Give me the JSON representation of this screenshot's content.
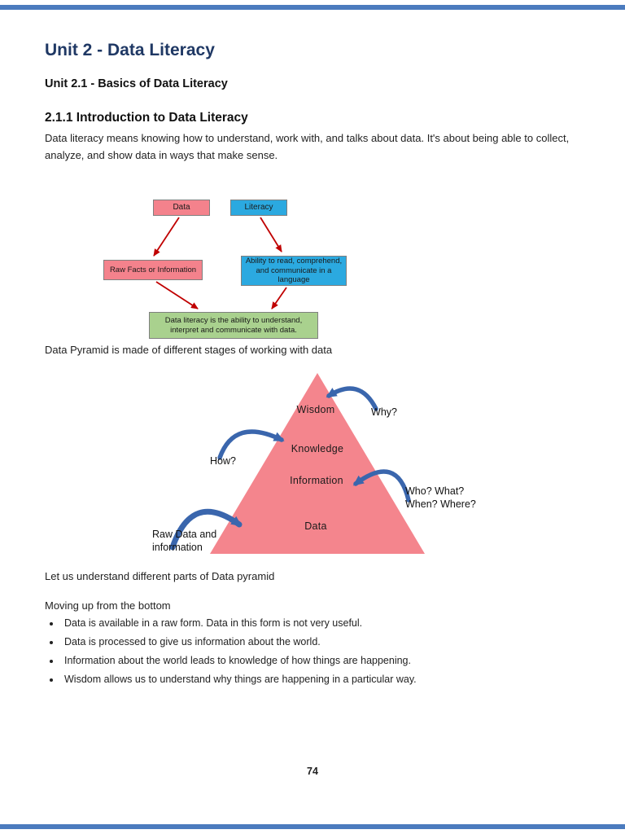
{
  "headings": {
    "title": "Unit 2 - Data Literacy",
    "subtitle": "Unit 2.1 - Basics of Data Literacy",
    "section": "2.1.1 Introduction to Data Literacy"
  },
  "intro_paragraph": "Data literacy means knowing how to understand, work with, and talks about data. It's about being able to collect, analyze, and show data in ways that make sense.",
  "flowchart": {
    "data_box": "Data",
    "literacy_box": "Literacy",
    "raw_facts_box": "Raw Facts or Information",
    "ability_box": "Ability to read, comprehend, and communicate in  a language",
    "result_box": "Data literacy is the ability to understand, interpret and communicate with data.",
    "colors": {
      "pink": "#F4828C",
      "blue": "#2BA9E0",
      "green": "#A9D18E",
      "arrow": "#C00000"
    }
  },
  "pyramid_caption": "Data Pyramid is made of different stages of working with data",
  "pyramid": {
    "levels": [
      "Wisdom",
      "Knowledge",
      "Information",
      "Data"
    ],
    "annotations": {
      "why": "Why?",
      "how": "How?",
      "who": "Who? What?\nWhen? Where?",
      "raw": "Raw Data and\ninformation"
    },
    "colors": {
      "triangle": "#F4858D",
      "arrow": "#3A66AD"
    }
  },
  "body": {
    "understand_line": "Let us understand different parts of Data pyramid",
    "moving_line": "Moving up from the bottom",
    "bullets": [
      "Data is available in a raw form. Data in this form is not very useful.",
      "Data is processed to give us information about the world.",
      "Information about the world leads to knowledge of how things are happening.",
      "Wisdom allows us to understand why things are happening in a particular way."
    ]
  },
  "page": {
    "number": "74"
  },
  "colors": {
    "border_bar": "#4B7BBE",
    "title": "#1F3864"
  }
}
